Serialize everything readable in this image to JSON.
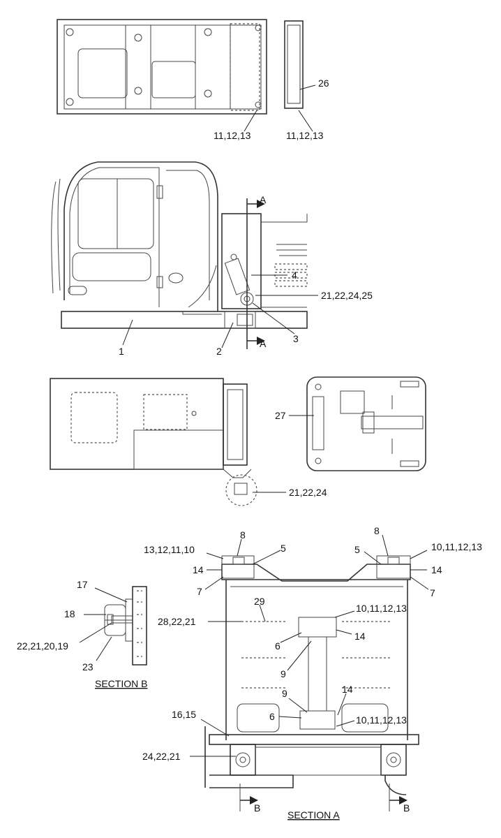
{
  "labels": {
    "top_left": "11,12,13",
    "top_right": "11,12,13",
    "top_cover": "26",
    "side_a_top": "A",
    "side_a_bottom": "A",
    "side_4": "4",
    "side_21": "21,22,24,25",
    "side_1": "1",
    "side_2": "2",
    "side_3": "3",
    "mid_27": "27",
    "mid_21": "21,22,24",
    "secA_8l": "8",
    "secA_8r": "8",
    "secA_13": "13,12,11,10",
    "secA_10r": "10,11,12,13",
    "secA_5l": "5",
    "secA_5r": "5",
    "secA_14l": "14",
    "secA_14r": "14",
    "secA_7l": "7",
    "secA_7r": "7",
    "secA_29": "29",
    "secA_28": "28,22,21",
    "secA_10m": "10,11,12,13",
    "secA_14m": "14",
    "secA_6a": "6",
    "secA_9a": "9",
    "secA_9b": "9",
    "secA_14b": "14",
    "secA_6b": "6",
    "secA_10b": "10,11,12,13",
    "secA_16": "16,15",
    "secA_24": "24,22,21",
    "secA_bl": "B",
    "secA_br": "B",
    "secA_title": "SECTION  A",
    "secB_17": "17",
    "secB_18": "18",
    "secB_22": "22,21,20,19",
    "secB_23": "23",
    "secB_title": "SECTION  B"
  }
}
